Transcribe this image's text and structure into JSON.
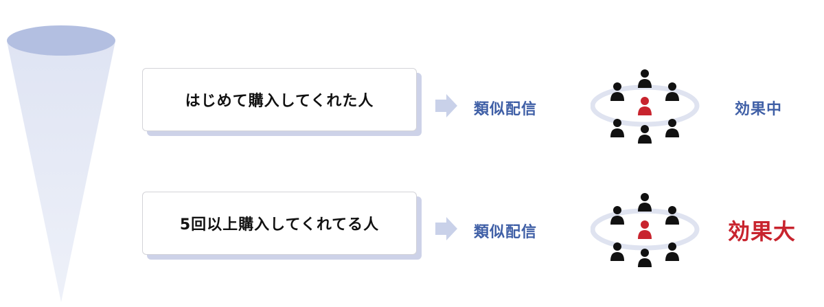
{
  "rows": [
    {
      "label": "はじめて購入してくれた人",
      "method": "類似配信",
      "effect": "効果中",
      "effect_color": "#3f5fa6"
    },
    {
      "label": "5回以上購入してくれてる人",
      "method": "類似配信",
      "effect": "効果大",
      "effect_color": "#c8242e"
    }
  ],
  "colors": {
    "accent": "#3f5fa6",
    "highlight_person": "#c8242e",
    "person": "#111111",
    "funnel_top": "#b3bfe1",
    "funnel_body": "#e4e8f5",
    "arrow": "#c9d1e9",
    "ring": "#dfe3f0"
  },
  "icons": {
    "funnel": "funnel-icon",
    "arrow": "arrow-right-icon",
    "person": "person-icon"
  }
}
